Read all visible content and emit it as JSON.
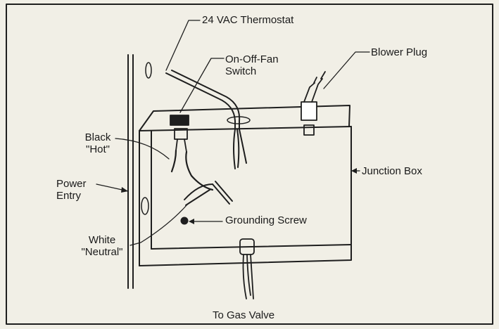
{
  "labels": {
    "thermostat": "24 VAC Thermostat",
    "fan_switch": [
      "On-Off-Fan",
      "Switch"
    ],
    "blower_plug": "Blower Plug",
    "black_hot": [
      "Black",
      "\"Hot\""
    ],
    "power_entry": [
      "Power",
      "Entry"
    ],
    "junction_box": "Junction Box",
    "grounding_screw": "Grounding Screw",
    "white_neutral": [
      "White",
      "\"Neutral\""
    ],
    "gas_valve": "To Gas Valve"
  }
}
